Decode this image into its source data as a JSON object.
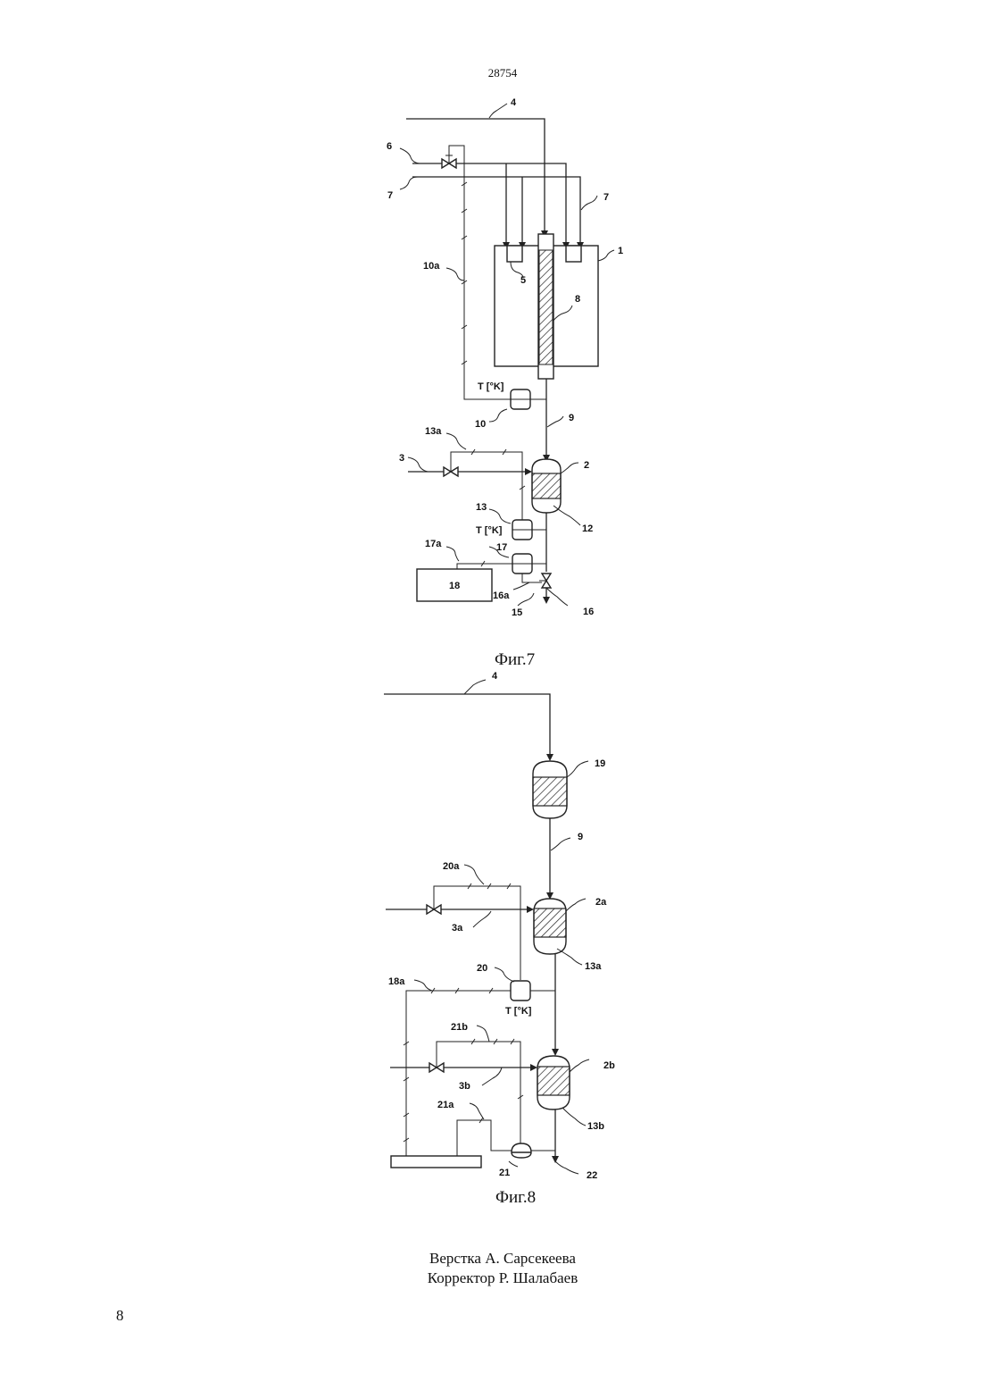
{
  "header": {
    "document_number": "28754"
  },
  "figure7": {
    "caption": "Фиг.7",
    "labels": {
      "l4": "4",
      "l6": "6",
      "l7a": "7",
      "l7b": "7",
      "l1": "1",
      "l5": "5",
      "l8": "8",
      "l10a": "10a",
      "tk1": "T [°K]",
      "l10": "10",
      "l9": "9",
      "l13a": "13a",
      "l3": "3",
      "l2": "2",
      "l13": "13",
      "tk2": "T [°K]",
      "l12": "12",
      "l17a": "17a",
      "l17": "17",
      "l18": "18",
      "l16a": "16a",
      "l15": "15",
      "l16": "16"
    }
  },
  "figure8": {
    "caption": "Фиг.8",
    "labels": {
      "l4": "4",
      "l19": "19",
      "l9": "9",
      "l20a": "20a",
      "l2a": "2a",
      "l3a": "3a",
      "l13a": "13a",
      "l20": "20",
      "l18a": "18a",
      "tk": "T [°K]",
      "l21b": "21b",
      "l2b": "2b",
      "l3b": "3b",
      "l21a": "21a",
      "l13b": "13b",
      "l21": "21",
      "l22": "22"
    }
  },
  "footer": {
    "layout_credit": "Верстка А. Сарсекеева",
    "corrector_credit": "Корректор Р. Шалабаев",
    "page_number": "8"
  }
}
